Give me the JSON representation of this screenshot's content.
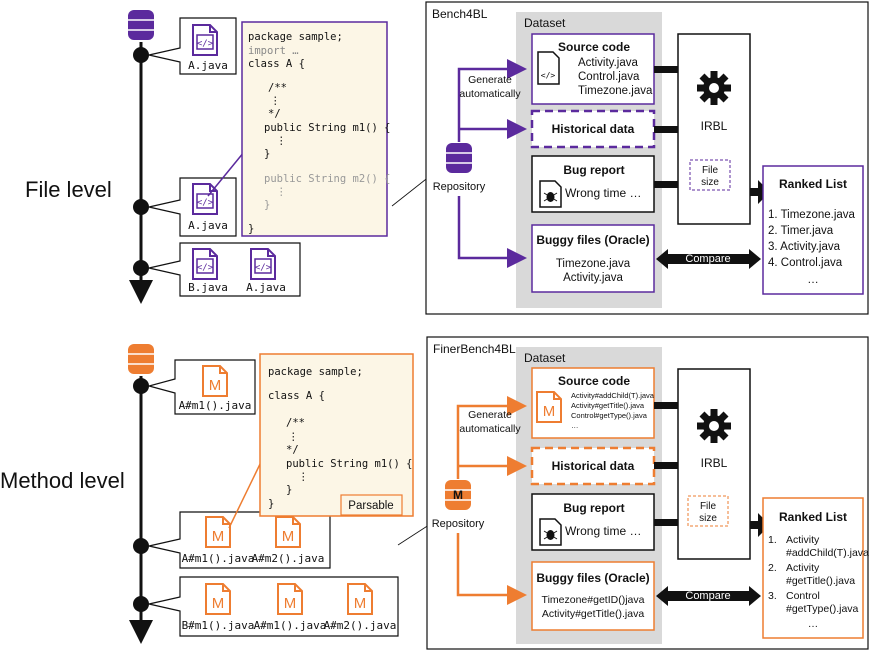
{
  "colors": {
    "purple": "#5b2a9d",
    "orange": "#ee7d31",
    "gray_bg": "#d9d9d9",
    "code_bg": "#fcf6e6",
    "black": "#1a1a1a"
  },
  "top": {
    "level_label": "File level",
    "bench_title": "Bench4BL",
    "dataset_label": "Dataset",
    "file1": "A.java",
    "file2": "A.java",
    "file3a": "B.java",
    "file3b": "A.java",
    "code": {
      "l1": "package sample;",
      "l2": "import …",
      "l3": "class A {",
      "l4": "/**",
      "l5": "⋮",
      "l6": "*/",
      "l7": "public String m1() {",
      "l8": "⋮",
      "l9": "}",
      "l10": "public String m2() {",
      "l11": "⋮",
      "l12": "}",
      "l13": "}"
    },
    "source_title": "Source code",
    "sources": [
      "Activity.java",
      "Control.java",
      "Timezone.java"
    ],
    "generate": [
      "Generate",
      "automatically"
    ],
    "historical": "Historical data",
    "repository": "Repository",
    "bug_title": "Bug report",
    "bug_text": "Wrong time …",
    "buggy_title": "Buggy files (Oracle)",
    "buggy": [
      "Timezone.java",
      "Activity.java"
    ],
    "irbl": "IRBL",
    "file_size": [
      "File",
      "size"
    ],
    "compare": "Compare",
    "ranked_title": "Ranked List",
    "ranked": [
      "1.  Timezone.java",
      "2.  Timer.java",
      "3.  Activity.java",
      "4.  Control.java",
      "…"
    ]
  },
  "bottom": {
    "level_label": "Method level",
    "bench_title": "FinerBench4BL",
    "dataset_label": "Dataset",
    "file1": "A#m1().java",
    "file2a": "A#m1().java",
    "file2b": "A#m2().java",
    "file3a": "B#m1().java",
    "file3b": "A#m1().java",
    "file3c": "A#m2().java",
    "code": {
      "l1": "package sample;",
      "l2": "class A {",
      "l3": "/**",
      "l4": "⋮",
      "l5": "*/",
      "l6": "public String m1() {",
      "l7": "⋮",
      "l8": "}",
      "l9": "}"
    },
    "parsable": "Parsable",
    "source_title": "Source code",
    "sources": [
      "Activity#addChild(T).java",
      "Activity#getTitle().java",
      "Control#getType().java",
      "…"
    ],
    "generate": [
      "Generate",
      "automatically"
    ],
    "historical": "Historical data",
    "repository": "Repository",
    "bug_title": "Bug report",
    "bug_text": "Wrong time …",
    "buggy_title": "Buggy files (Oracle)",
    "buggy": [
      "Timezone#getID()java",
      "Activity#getTitle().java"
    ],
    "irbl": "IRBL",
    "file_size": [
      "File",
      "size"
    ],
    "compare": "Compare",
    "ranked_title": "Ranked List",
    "ranked": [
      "1.",
      "Activity",
      "#addChild(T).java",
      "2.",
      "Activity",
      "#getTitle().java",
      "3.",
      "Control",
      "#getType().java",
      "…"
    ],
    "method_icon_letter": "M"
  }
}
